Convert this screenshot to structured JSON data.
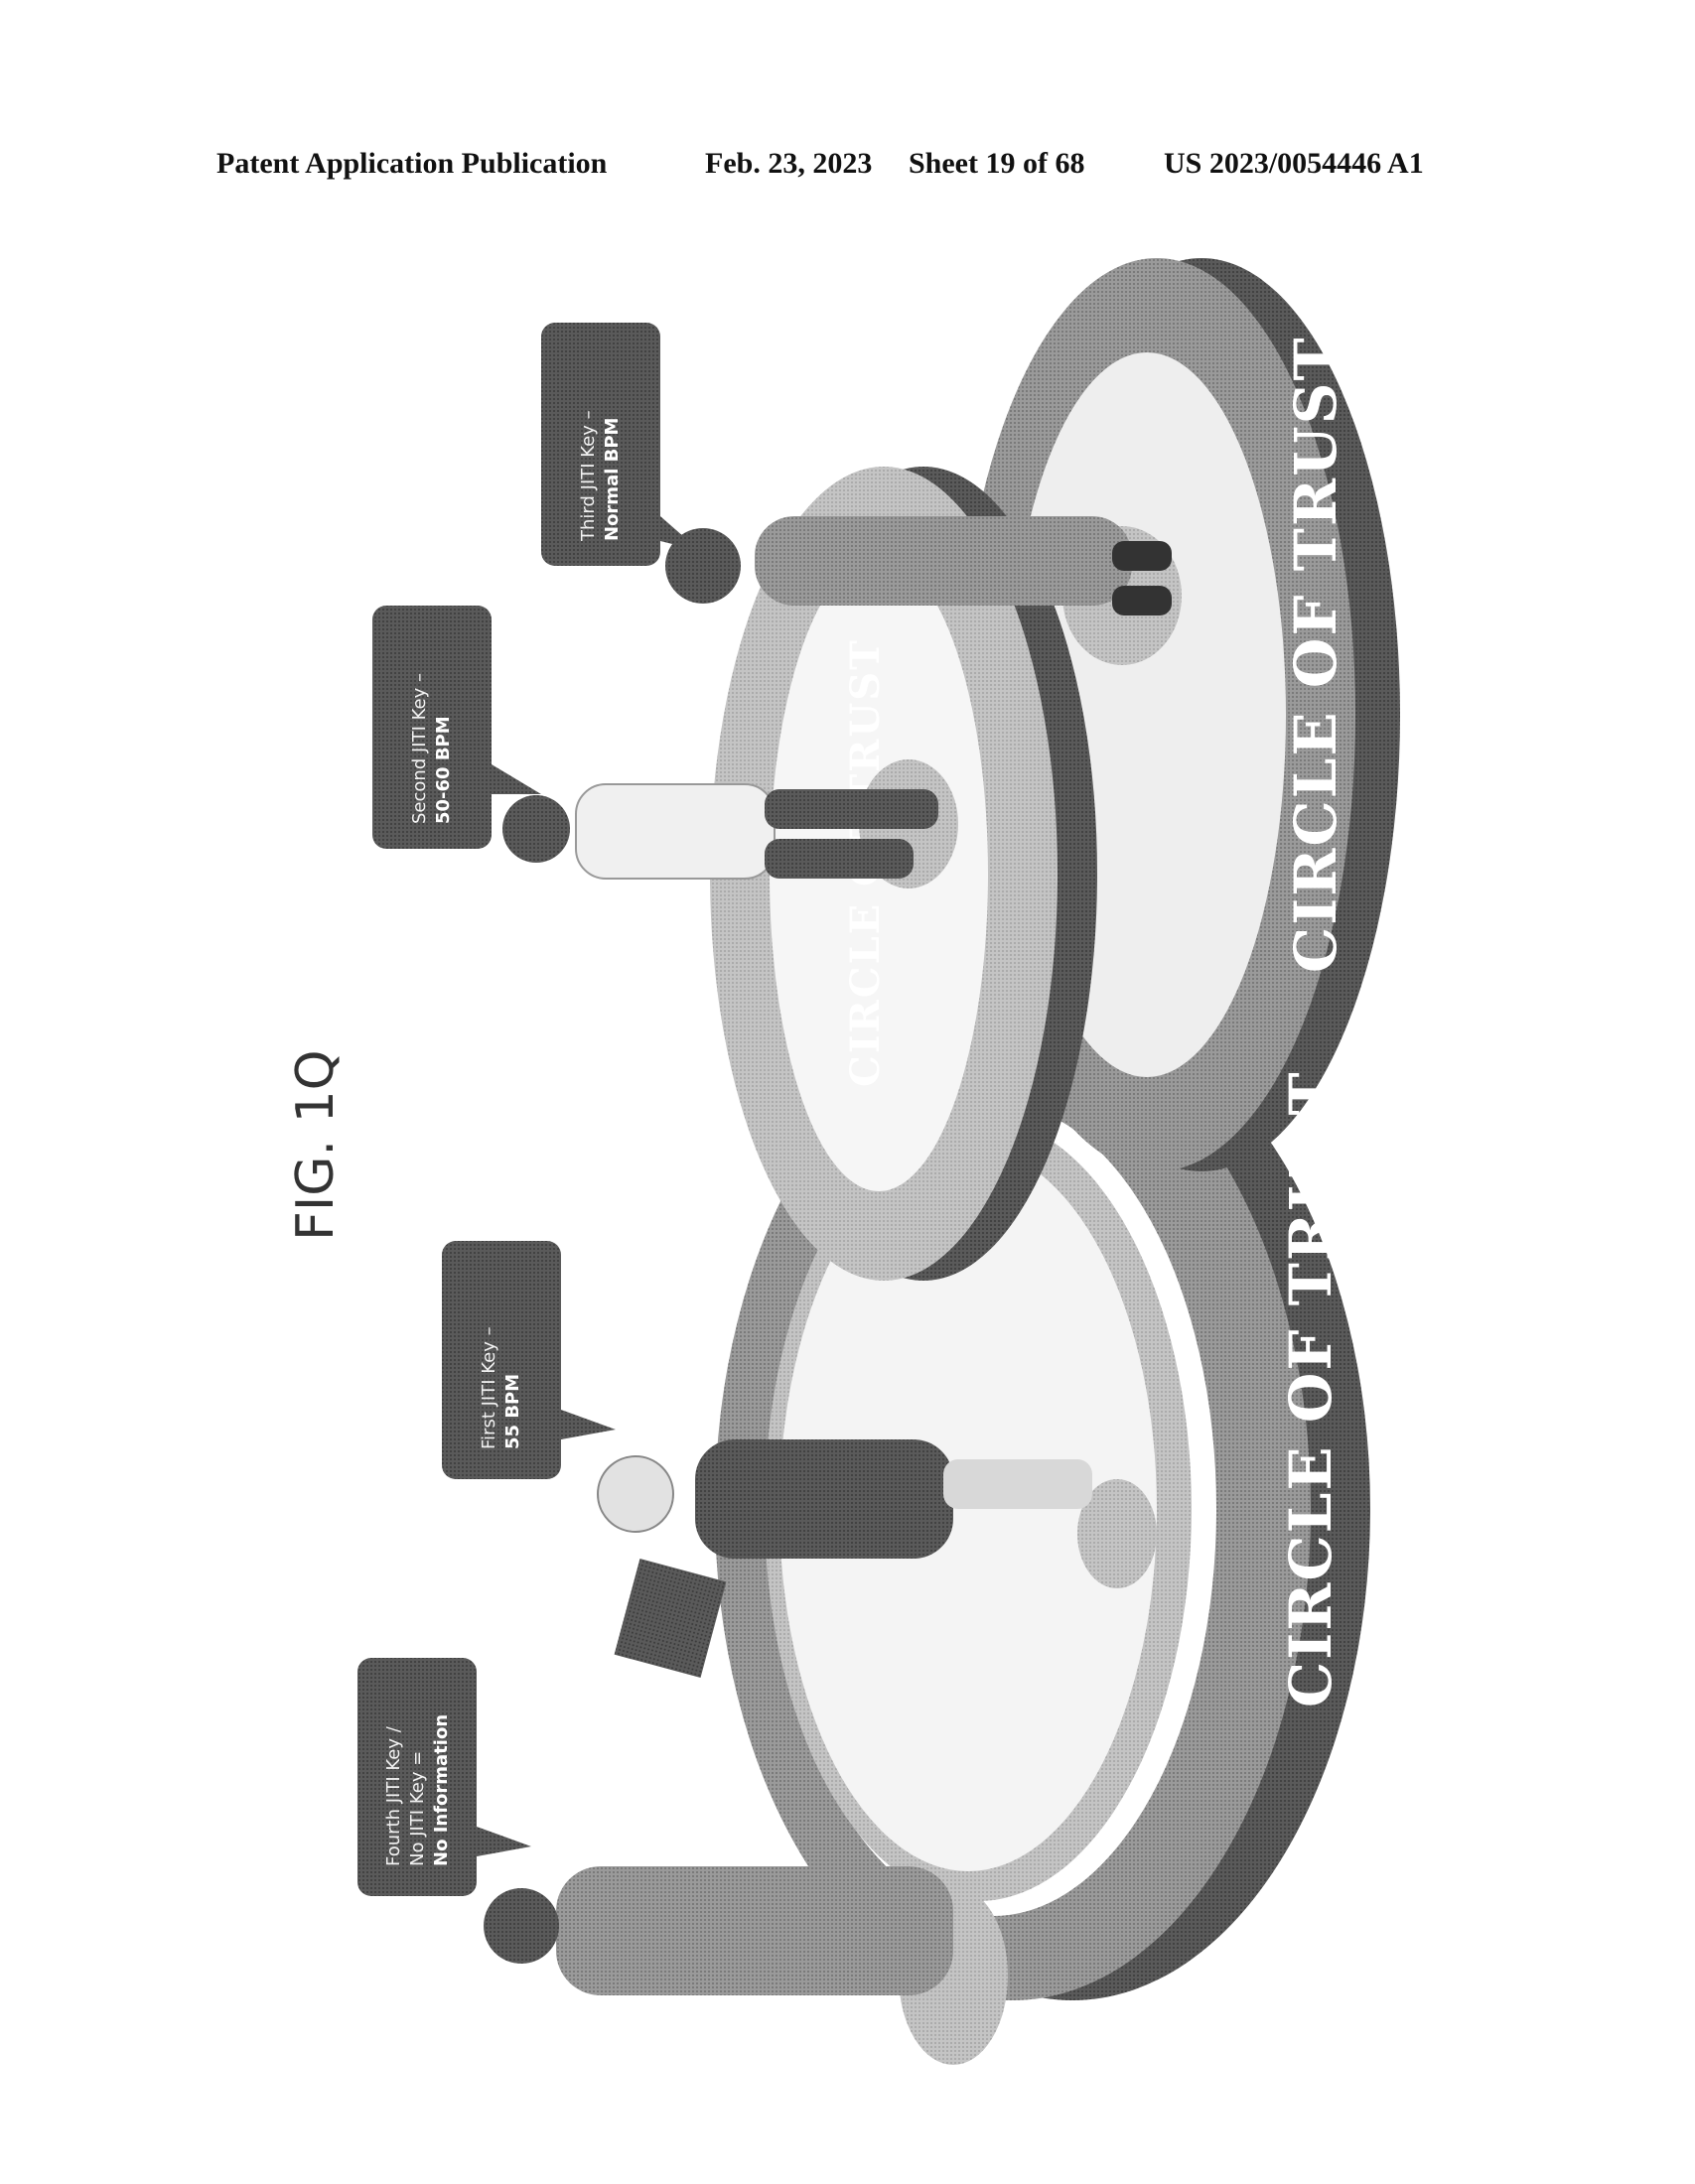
{
  "header": {
    "publication": "Patent Application Publication",
    "date": "Feb. 23, 2023",
    "sheet": "Sheet 19 of 68",
    "number": "US 2023/0054446 A1"
  },
  "figure": {
    "label": "FIG. 1Q",
    "rings": [
      {
        "label": "CIRCLE OF TRUST"
      },
      {
        "label": "CIRCLE OF TRUST"
      },
      {
        "label": "CIRCLE OF TRUST"
      }
    ],
    "bubbles": [
      {
        "line1": "Third JITI Key –",
        "line2": "Normal BPM"
      },
      {
        "line1": "Second JITI Key –",
        "line2": "50-60 BPM"
      },
      {
        "line1": "First JITI Key –",
        "line2": "55 BPM"
      },
      {
        "line1": "Fourth JITI Key /",
        "line2": "No JITI Key =",
        "line3": "No Information"
      }
    ]
  }
}
